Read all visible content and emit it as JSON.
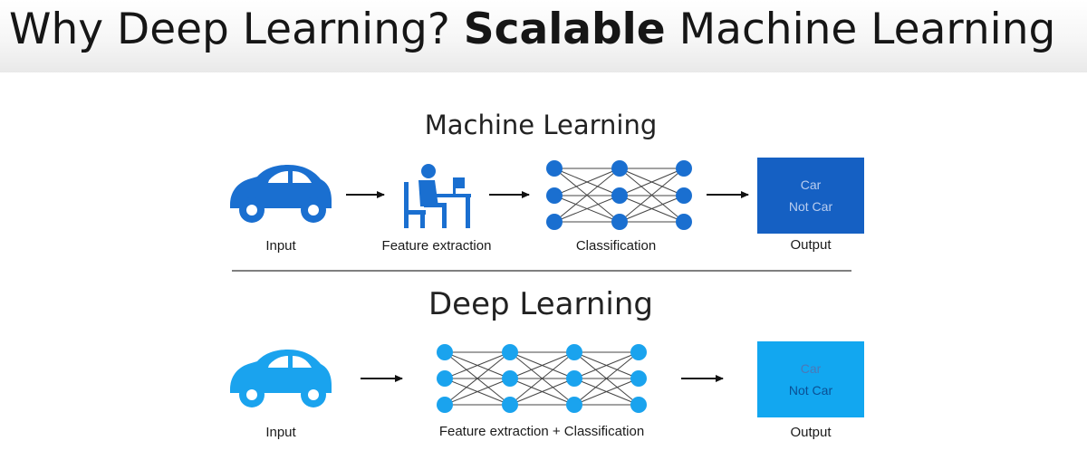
{
  "slide_title": {
    "prefix": "Why Deep Learning?",
    "emphasis": "Scalable",
    "suffix": "Machine Learning"
  },
  "machine_learning": {
    "heading": "Machine Learning",
    "stages": {
      "input": "Input",
      "feature_extraction": "Feature extraction",
      "classification": "Classification",
      "output": "Output"
    },
    "output_box": {
      "line1": "Car",
      "line2": "Not Car"
    },
    "icons": [
      "car-icon",
      "person-at-desk-icon",
      "neural-network-icon",
      "arrow-right-icon"
    ],
    "color": "#1a6fd0",
    "box_color": "#1560c3"
  },
  "deep_learning": {
    "heading": "Deep Learning",
    "stages": {
      "input": "Input",
      "feature_extraction_classification": "Feature extraction + Classification",
      "output": "Output"
    },
    "output_box": {
      "line1": "Car",
      "line2": "Not Car"
    },
    "icons": [
      "car-icon",
      "neural-network-icon",
      "arrow-right-icon"
    ],
    "color": "#1aa3ee",
    "box_color": "#12a7f0"
  }
}
